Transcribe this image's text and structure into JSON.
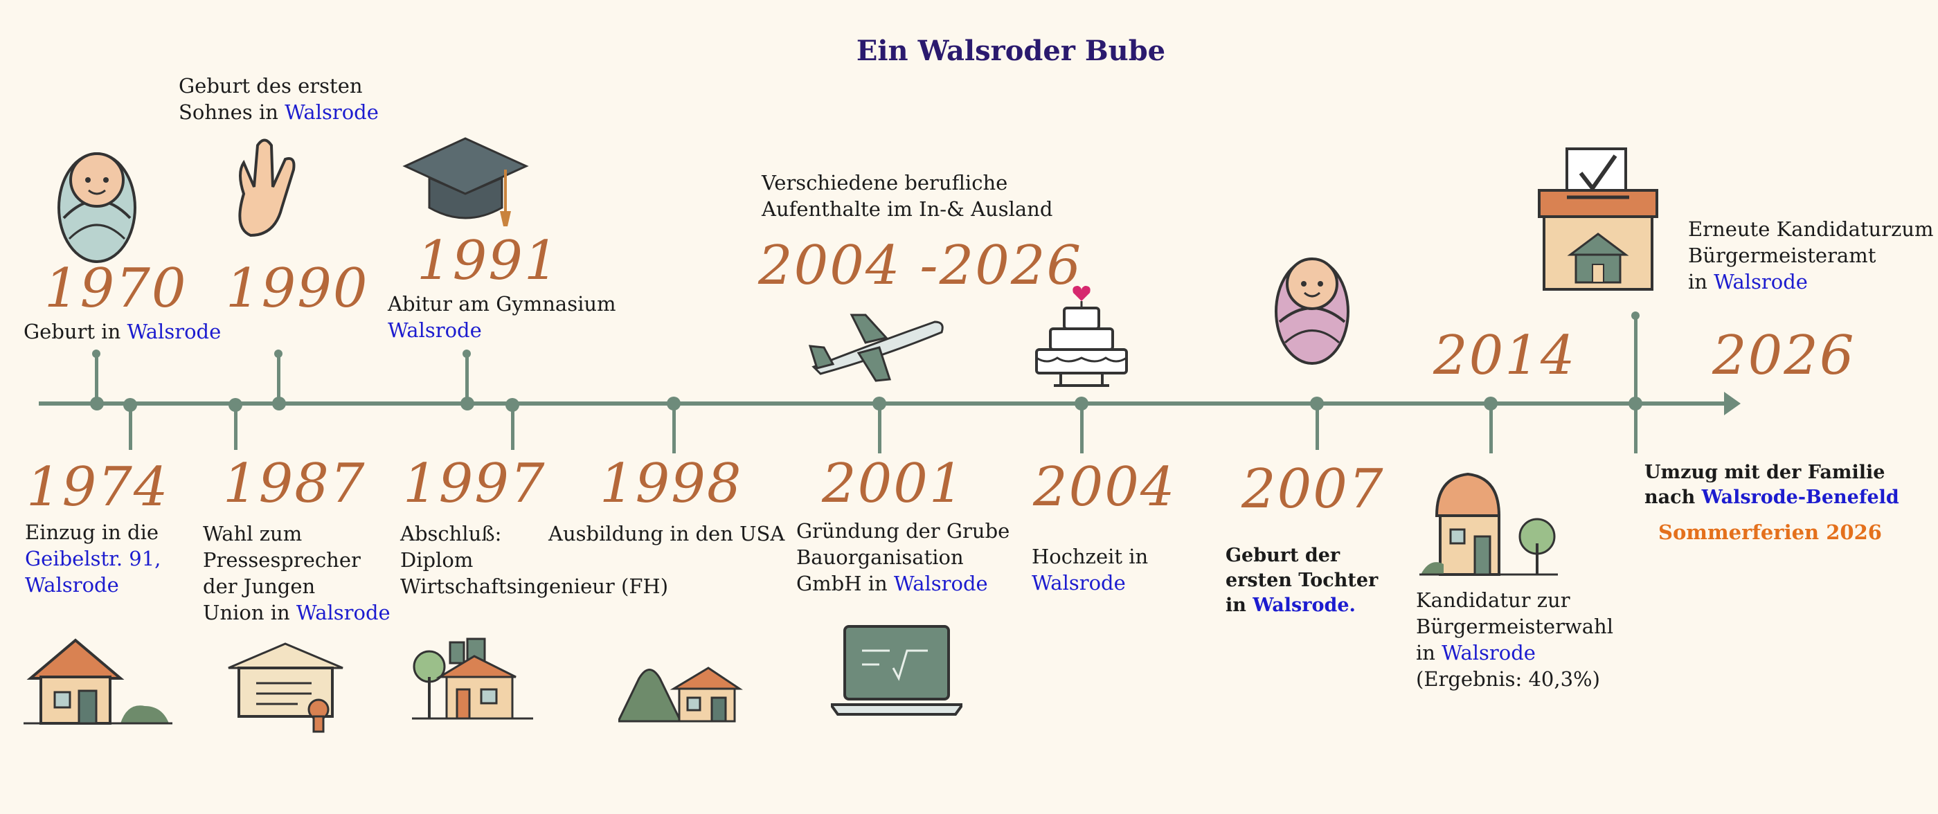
{
  "title": "Ein Walsroder Bube",
  "colors": {
    "axis": "#6e8b7b",
    "year": "#b5683a",
    "link": "#1c1ccf",
    "accent": "#e4701c",
    "title": "#2a1a6e"
  },
  "events": {
    "e1970": {
      "year": "1970",
      "text": "Geburt in ",
      "place": "Walsrode",
      "icon": "baby-icon"
    },
    "e1974": {
      "year": "1974",
      "line1": "Einzug in die",
      "line2": "Geibelstr. 91,",
      "line3": "Walsrode",
      "icon": "house-icon"
    },
    "e1990": {
      "year": "1990",
      "line1": "Geburt des ersten",
      "line2": "Sohnes in ",
      "place": "Walsrode",
      "icon": "hand-gesture-icon"
    },
    "e1987": {
      "year": "1987",
      "line1": "Wahl zum",
      "line2": "Pressesprecher",
      "line3": "der Jungen",
      "line4": "Union in ",
      "place": "Walsrode",
      "icon": "certificate-icon"
    },
    "e1991": {
      "year": "1991",
      "line1": "Abitur am Gymnasium",
      "place": "Walsrode",
      "icon": "graduation-cap-icon"
    },
    "e1997": {
      "year": "1997",
      "line1": "Abschluß:",
      "line2": "Diplom",
      "line3": "Wirtschaftsingenieur (FH)",
      "icon": "town-icon"
    },
    "e1998": {
      "year": "1998",
      "line1": "Ausbildung in den USA",
      "icon": "landscape-house-icon"
    },
    "e2004range": {
      "year": "2004 -2026",
      "line1": "Verschiedene berufliche",
      "line2": "Aufenthalte im In-& Ausland",
      "icon": "airplane-icon"
    },
    "e2001": {
      "year": "2001",
      "line1": "Gründung der Grube",
      "line2": "Bauorganisation",
      "line3": "GmbH in ",
      "place": "Walsrode",
      "icon": "laptop-icon"
    },
    "e2004": {
      "year": "2004",
      "line1": "Hochzeit in",
      "place": "Walsrode",
      "icon": "wedding-cake-icon"
    },
    "e2007": {
      "year": "2007",
      "line1": "Geburt der",
      "line2": "ersten Tochter",
      "line3": "in ",
      "place": "Walsrode.",
      "icon": "baby-girl-icon"
    },
    "e2014": {
      "year": "2014",
      "line1": "Kandidatur zur",
      "line2": "Bürgermeisterwahl",
      "line3": "in ",
      "place": "Walsrode",
      "line4": "(Ergebnis: 40,3%)",
      "icon": "house-tree-icon"
    },
    "e2026": {
      "year": "2026",
      "line1": "Erneute Kandidaturzum",
      "line2": "Bürgermeisteramt",
      "line3": "in ",
      "place": "Walsrode",
      "line4": "Umzug mit der Familie",
      "line5": "nach ",
      "place2": "Walsrode-Benefeld",
      "line6": "Sommerferien 2026",
      "icon": "ballot-box-icon"
    }
  }
}
